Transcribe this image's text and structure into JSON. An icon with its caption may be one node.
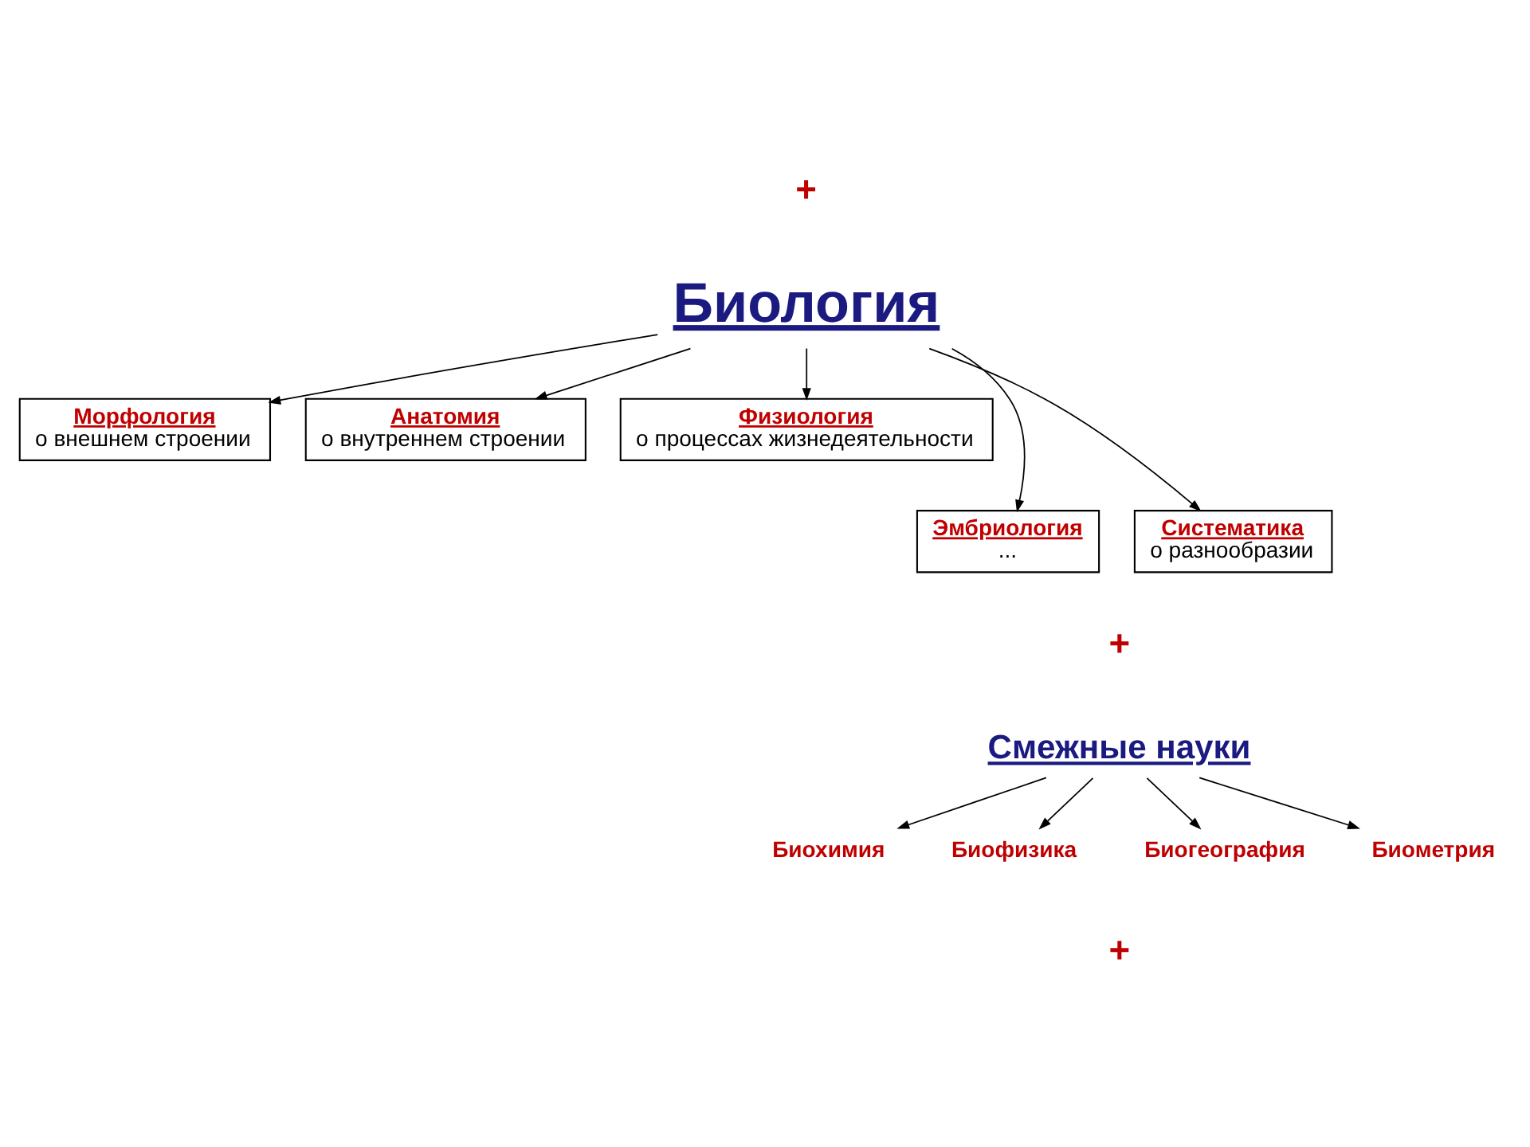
{
  "diagram": {
    "nodes": [
      {
        "text": [
          "Биология"
        ]
      },
      {
        "text": [
          "Морфология",
          "о внешнем строении"
        ]
      },
      {
        "text": [
          "Анатомия",
          "о внутреннем строении"
        ]
      },
      {
        "text": [
          "Физиология",
          "о процессах жизнедеятельности"
        ]
      },
      {
        "text": [
          "Эмбриология",
          "..."
        ]
      },
      {
        "text": [
          "Систематика",
          "о разнообразии"
        ]
      },
      {
        "text": [
          "Смежные науки"
        ]
      },
      {
        "text": [
          "Биохимия"
        ]
      },
      {
        "text": [
          "Биофизика"
        ]
      },
      {
        "text": [
          "Биогеография"
        ]
      },
      {
        "text": [
          "Биометрия"
        ]
      }
    ],
    "edges": [
      {
        "from": 0,
        "to": 1,
        "arrow": "to"
      },
      {
        "from": 0,
        "to": 4,
        "arrow": "to"
      },
      {
        "from": 0,
        "to": 2,
        "arrow": "to"
      },
      {
        "from": 0,
        "to": 5,
        "arrow": "to"
      },
      {
        "from": 0,
        "to": 3,
        "arrow": "to"
      },
      {
        "from": 6,
        "to": 7,
        "arrow": "to"
      },
      {
        "from": 6,
        "to": 8,
        "arrow": "to"
      },
      {
        "from": 6,
        "to": 9,
        "arrow": "to"
      },
      {
        "from": 6,
        "to": 10,
        "arrow": "to"
      }
    ],
    "labels": [
      "+",
      "+",
      "+"
    ]
  }
}
